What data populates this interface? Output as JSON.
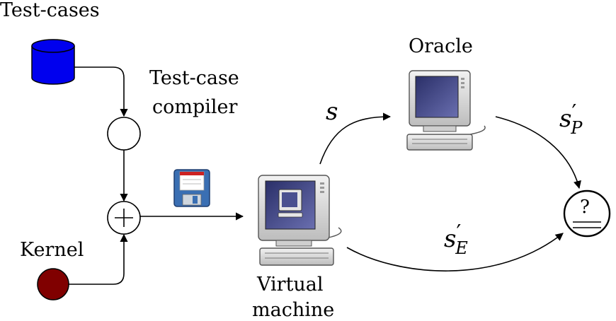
{
  "nodes": {
    "test_cases": "Test-cases",
    "compiler_line1": "Test-case",
    "compiler_line2": "compiler",
    "kernel": "Kernel",
    "oracle": "Oracle",
    "vm_line1": "Virtual",
    "vm_line2": "machine",
    "compare_symbol": "?"
  },
  "edges": {
    "s": "s",
    "s_p_base": "s",
    "s_p_prime": "′",
    "s_p_sub": "P",
    "s_e_base": "s",
    "s_e_prime": "′",
    "s_e_sub": "E"
  },
  "colors": {
    "database": "#0000ee",
    "kernel": "#800000",
    "floppy_body": "#3a6fb3",
    "floppy_label_stripe": "#cc2222",
    "screen": "#3a3f7a",
    "computer_body": "#d8d8d8"
  },
  "icons": {
    "database": "database-icon",
    "kernel": "kernel-node-icon",
    "floppy": "floppy-disk-icon",
    "computer": "computer-icon",
    "plus": "plus-circle-icon",
    "compare": "equality-check-icon"
  }
}
